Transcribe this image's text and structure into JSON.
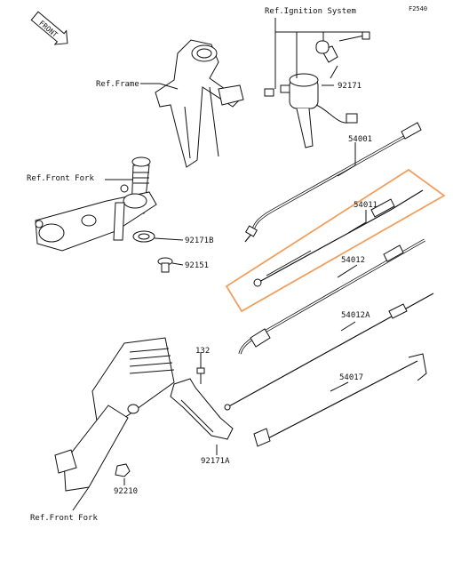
{
  "diagram": {
    "code": "F2540",
    "front_badge": "FRONT",
    "highlight_color": "#f0a060",
    "labels": {
      "ref_ignition": "Ref.Ignition System",
      "ref_frame": "Ref.Frame",
      "ref_front_fork_top": "Ref.Front Fork",
      "ref_front_fork_bottom": "Ref.Front Fork",
      "p92171": "92171",
      "p54001": "54001",
      "p54011": "54011",
      "p54012": "54012",
      "p54012a": "54012A",
      "p54017": "54017",
      "p92171b": "92171B",
      "p92151": "92151",
      "p132": "132",
      "p92171a": "92171A",
      "p92210": "92210"
    }
  }
}
